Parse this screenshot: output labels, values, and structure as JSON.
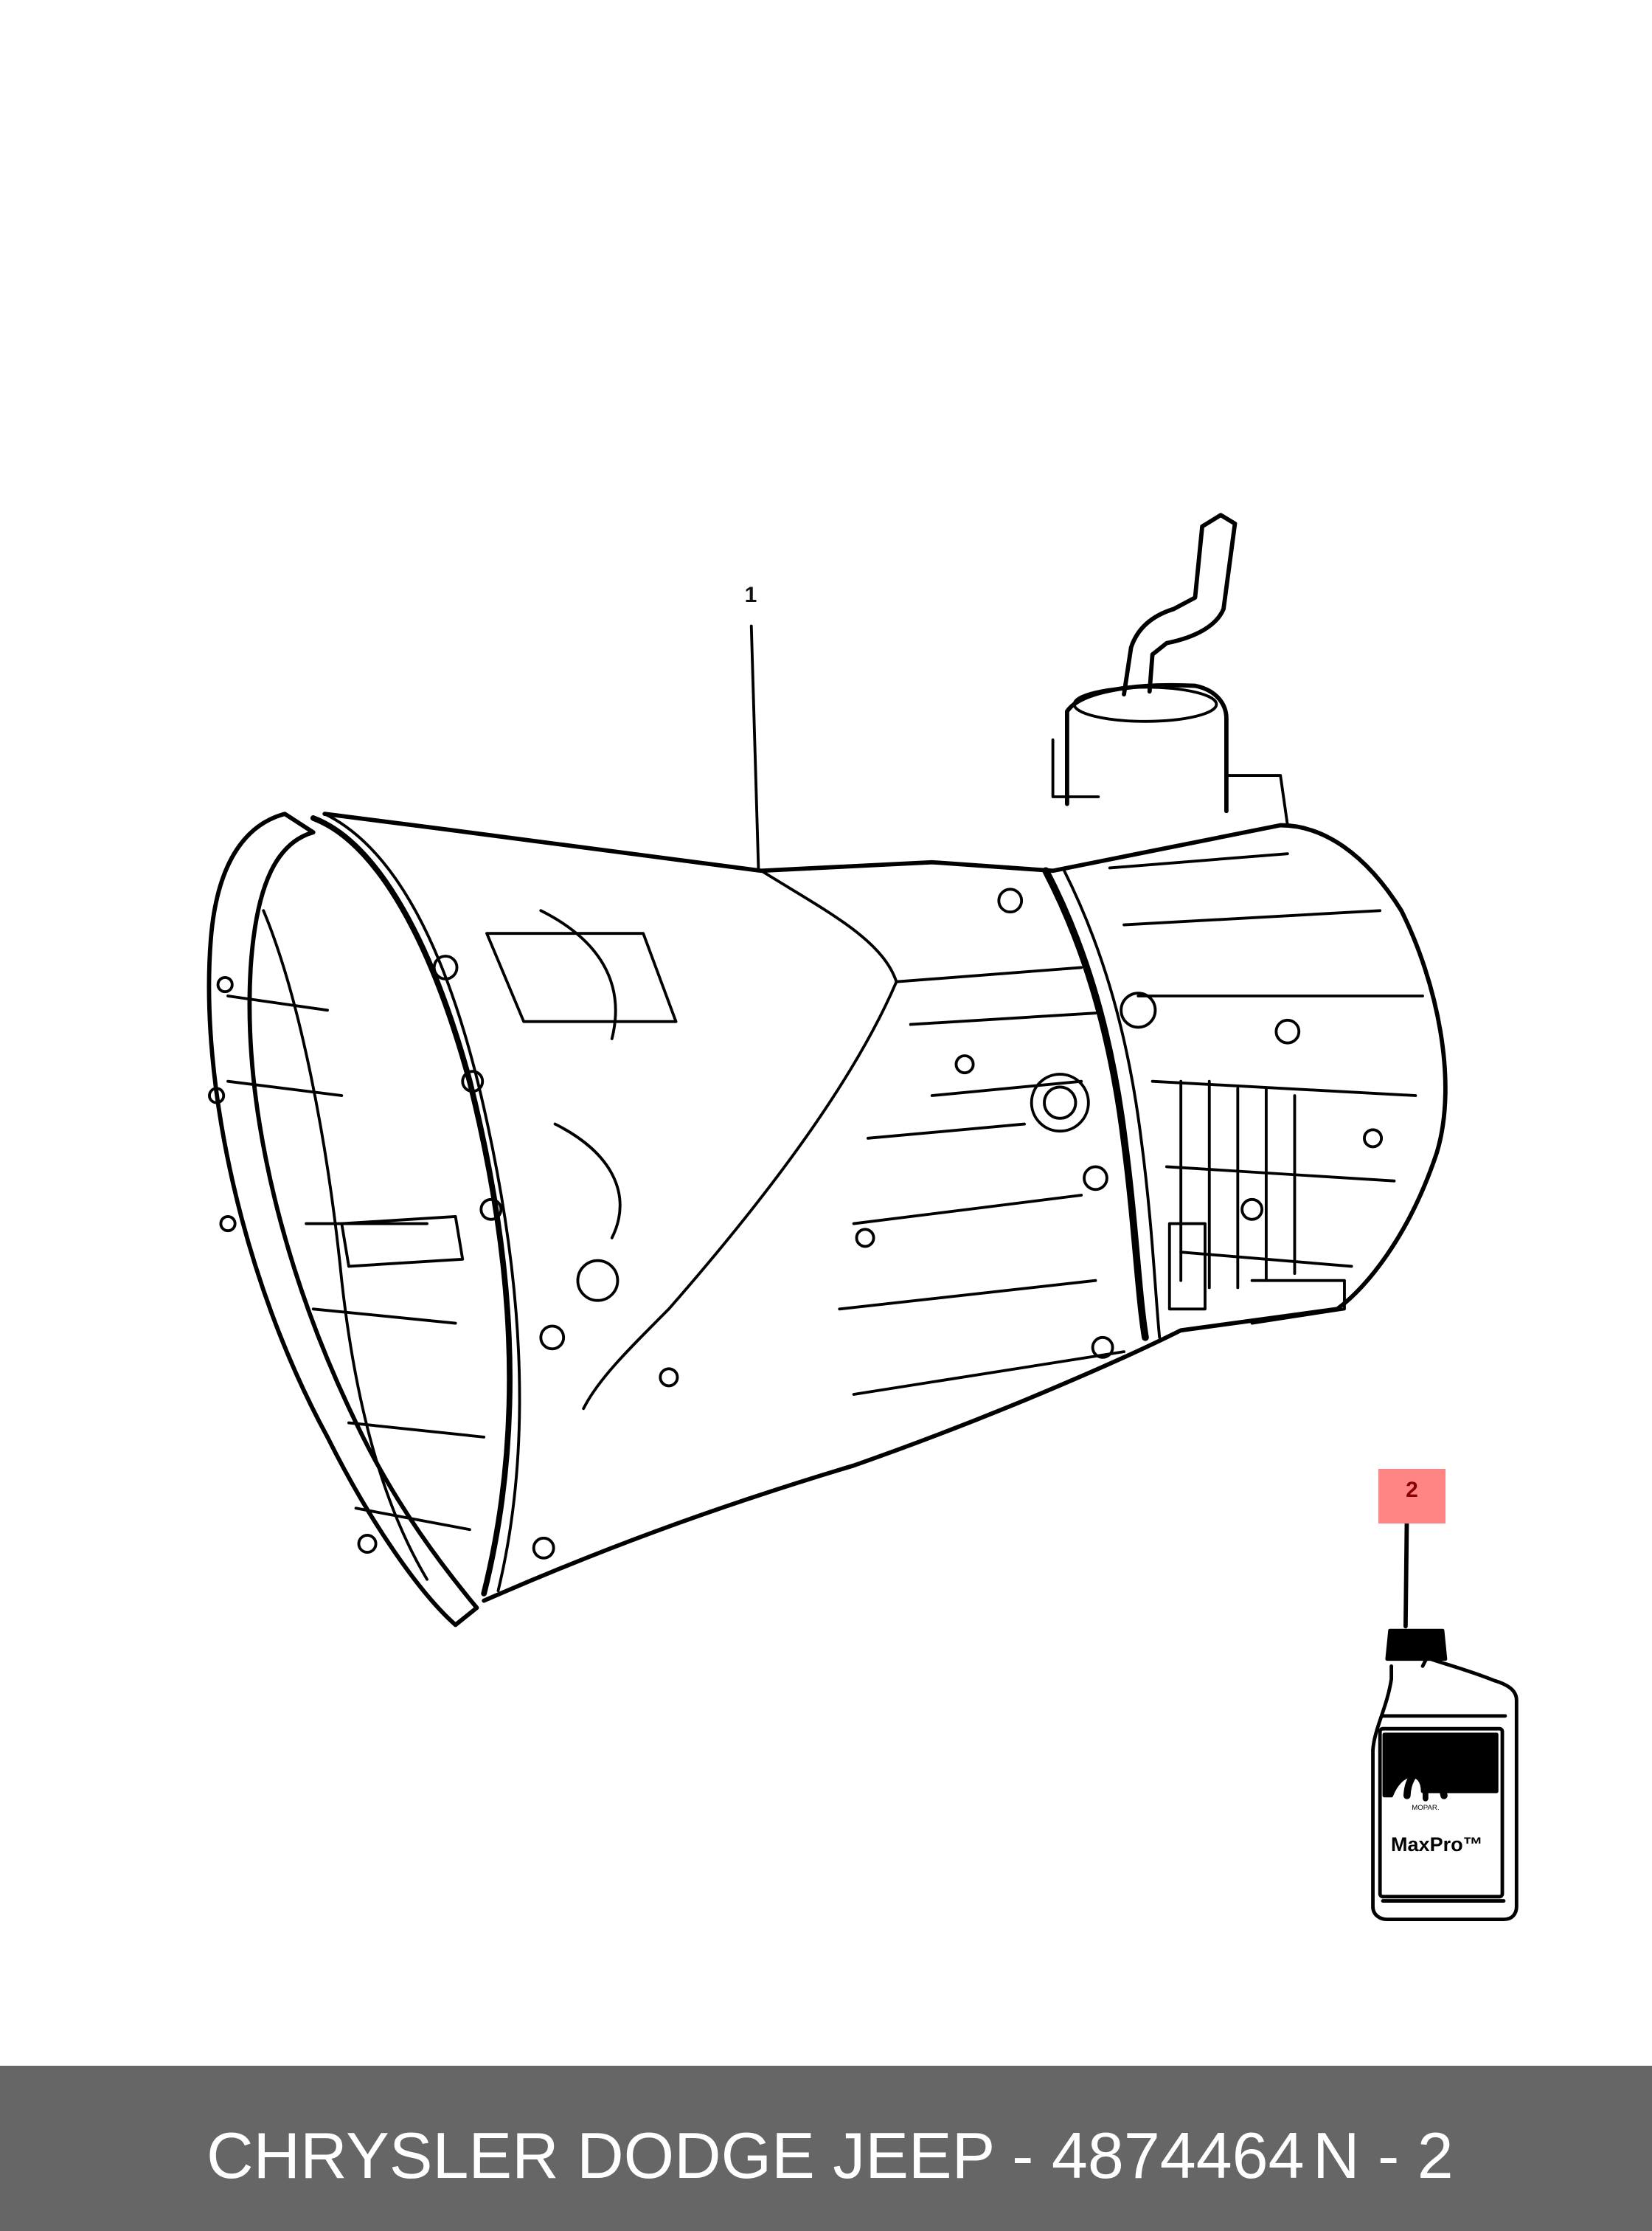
{
  "diagram": {
    "callouts": [
      {
        "number": "1",
        "part": "transmission-assembly"
      },
      {
        "number": "2",
        "part": "fluid-bottle",
        "highlight_color": "#ff8585",
        "text_color": "#8b0000"
      }
    ],
    "bottle_label": {
      "brand": "MOPAR",
      "product": "MaxPro",
      "trademark": "TM"
    }
  },
  "footer": {
    "title": "CHRYSLER DODGE JEEP - 4874464",
    "page": "N - 2",
    "background": "#666666"
  }
}
